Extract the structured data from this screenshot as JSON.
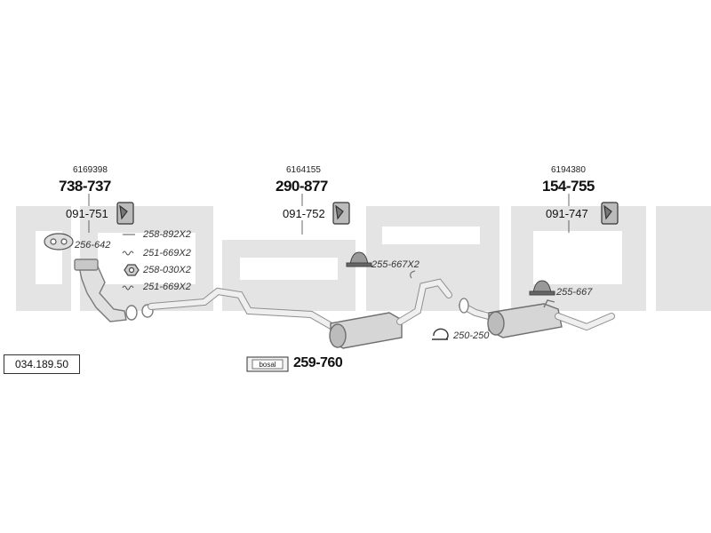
{
  "diagram": {
    "reference_number": "034.189.50",
    "brand_logo_text": "bosal",
    "groups": [
      {
        "oe_number": "6169398",
        "main_part": "738-737",
        "hanger_part": "091-751",
        "hanger_icon": "bracket-icon"
      },
      {
        "oe_number": "6164155",
        "main_part": "290-877",
        "hanger_part": "091-752",
        "hanger_icon": "bracket-icon"
      },
      {
        "oe_number": "6194380",
        "main_part": "154-755",
        "hanger_part": "091-747",
        "hanger_icon": "bracket-icon"
      }
    ],
    "fittings": {
      "gasket": "256-642",
      "items": [
        "258-892X2",
        "251-669X2",
        "258-030X2",
        "251-669X2"
      ]
    },
    "rubber_mount_left": "255-667X2",
    "rubber_mount_right": "255-667",
    "clamp": "250-250",
    "bosal_kit": "259-760",
    "colors": {
      "watermark": "#e3e3e3",
      "pipe": "#8c8c8c",
      "pipe_fill": "#dcdcdc",
      "text": "#111111"
    }
  }
}
